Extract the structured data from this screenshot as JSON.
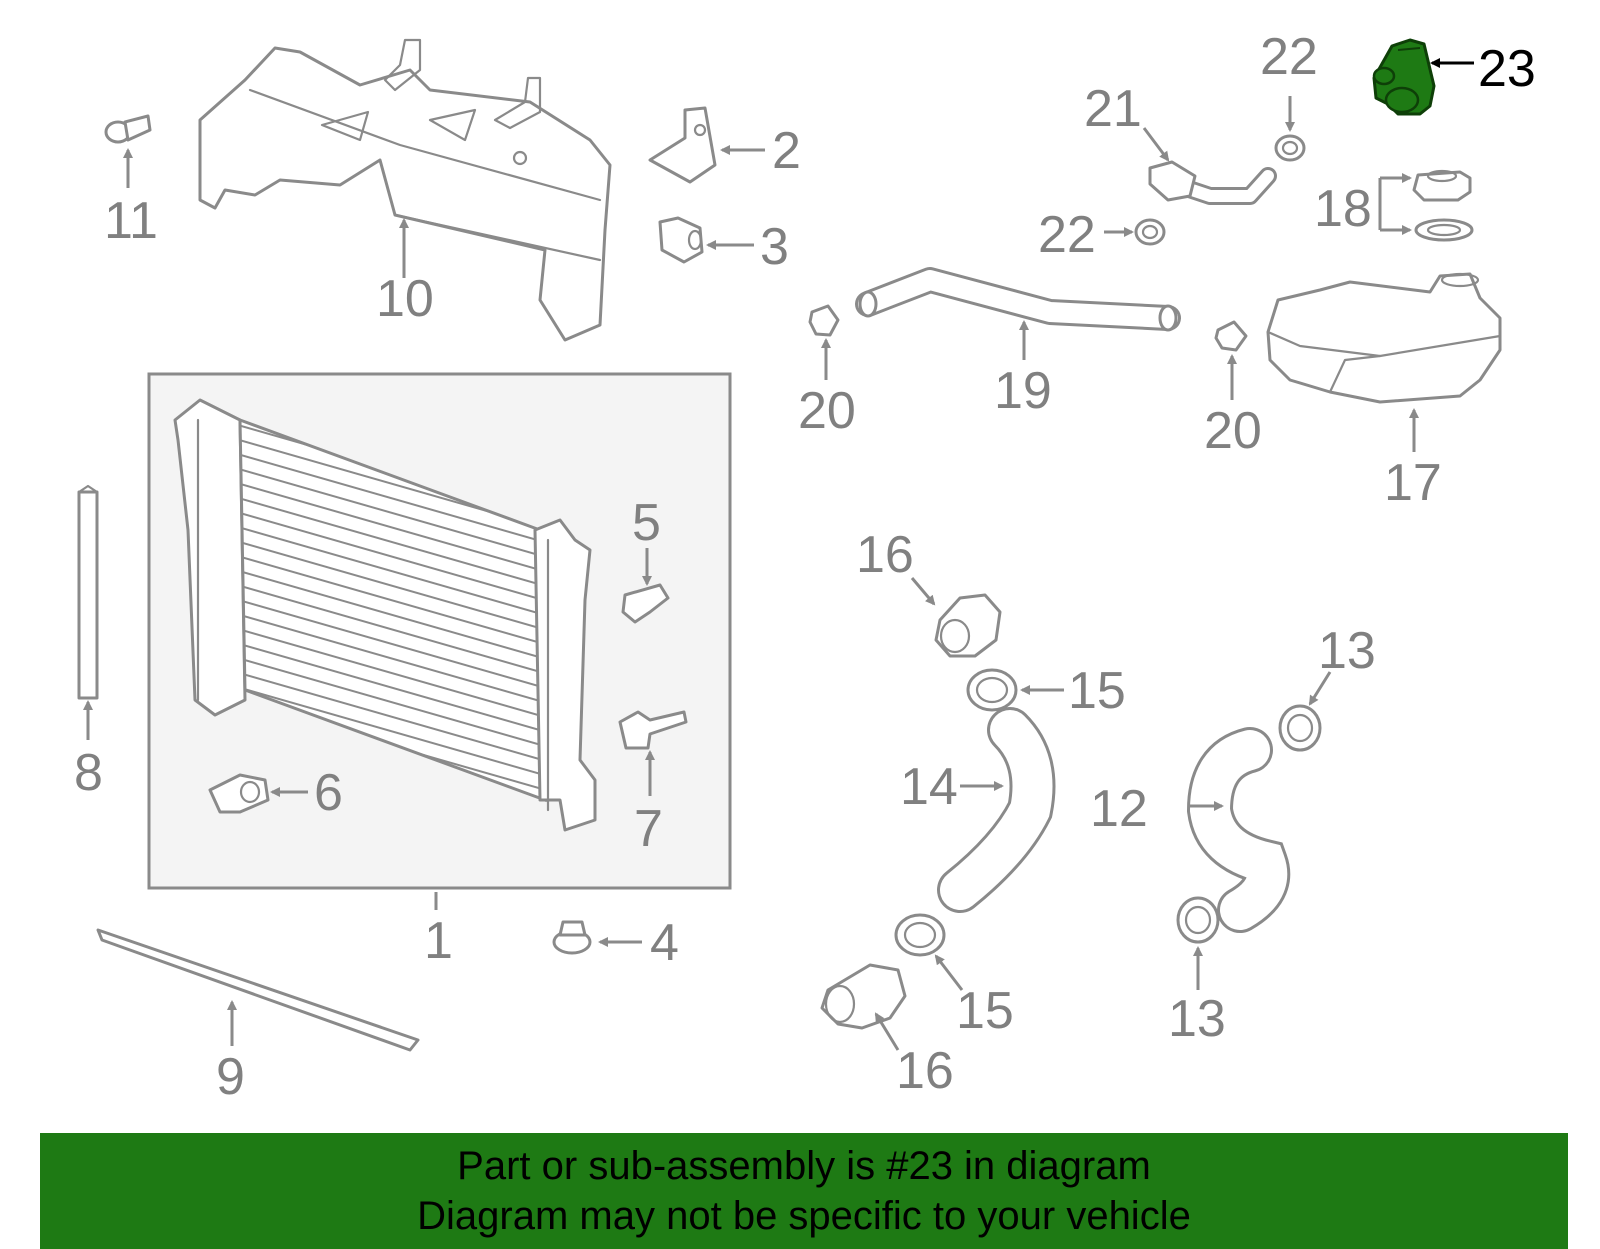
{
  "banner": {
    "line1": "Part or sub-assembly is #23 in diagram",
    "line2": "Diagram may not be specific to your vehicle"
  },
  "highlight_color": "#1e7a14",
  "highlighted_part": "23",
  "callouts": {
    "c1": "1",
    "c2": "2",
    "c3": "3",
    "c4": "4",
    "c5": "5",
    "c6": "6",
    "c7": "7",
    "c8": "8",
    "c9": "9",
    "c10": "10",
    "c11": "11",
    "c12": "12",
    "c13a": "13",
    "c13b": "13",
    "c14": "14",
    "c15a": "15",
    "c15b": "15",
    "c16a": "16",
    "c16b": "16",
    "c17": "17",
    "c18": "18",
    "c19": "19",
    "c20a": "20",
    "c20b": "20",
    "c21": "21",
    "c22a": "22",
    "c22b": "22",
    "c23": "23"
  }
}
